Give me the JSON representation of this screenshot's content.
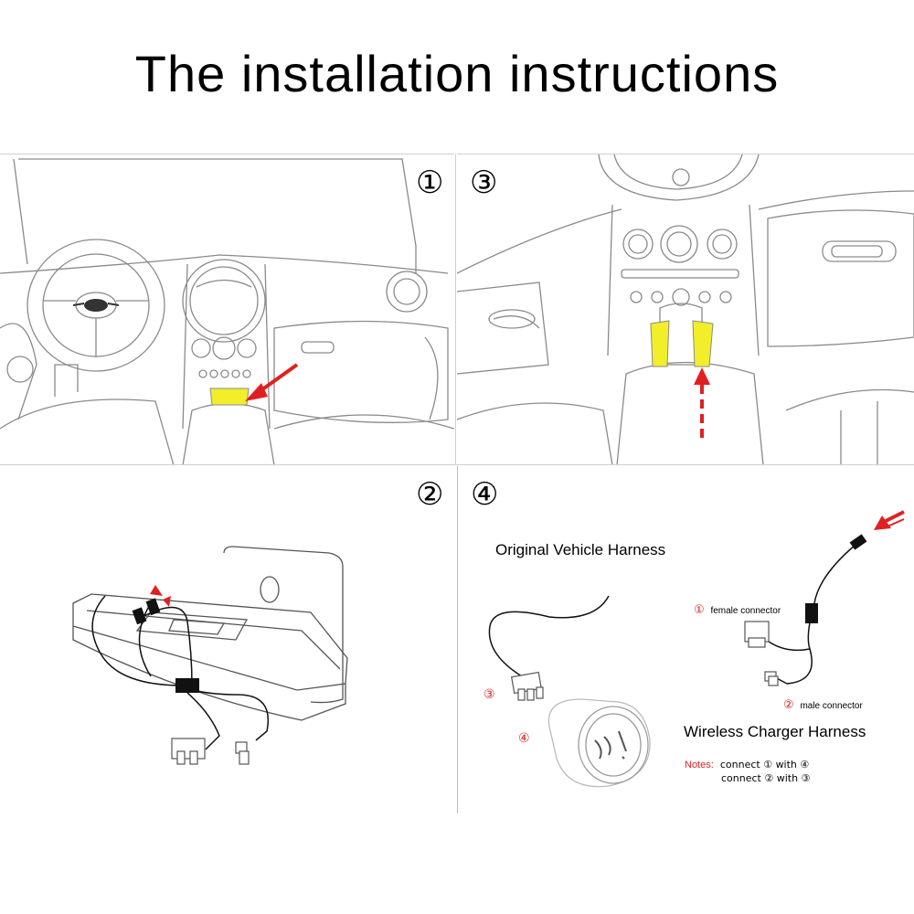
{
  "title": "The installation instructions",
  "steps": {
    "s1": "①",
    "s2": "②",
    "s3": "③",
    "s4": "④"
  },
  "harness": {
    "original": "Original Vehicle Harness",
    "wireless": "Wireless Charger Harness",
    "female_num": "①",
    "female_label": "female connector",
    "male_num": "②",
    "male_label": "male connector",
    "plug_num": "③",
    "socket_num": "④"
  },
  "notes": {
    "label": "Notes:",
    "line1": "connect  ①  with  ④",
    "line2": "connect  ②  with  ③"
  },
  "colors": {
    "arrow": "#e02020",
    "highlight": "#f2ee2a",
    "line": "#8a8a8a",
    "wire": "#111111"
  }
}
